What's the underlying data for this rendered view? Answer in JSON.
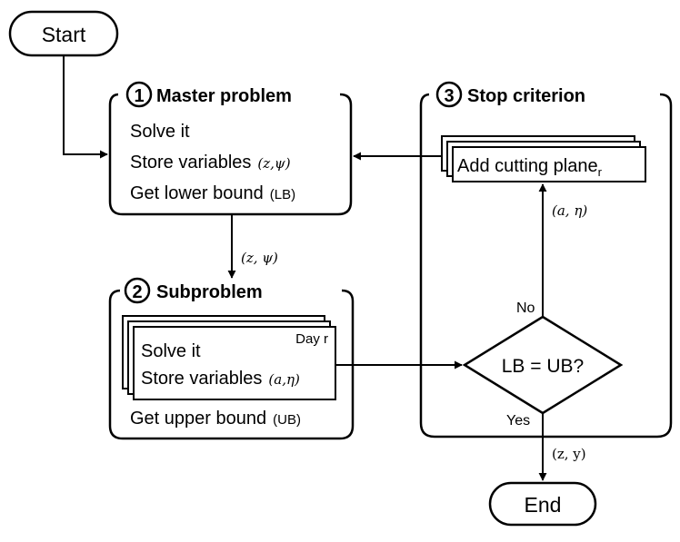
{
  "start_label": "Start",
  "end_label": "End",
  "master": {
    "number": "1",
    "title": "Master problem",
    "line1": "Solve it",
    "line2": "Store variables",
    "line2_vars": "(z,ψ)",
    "line3": "Get lower bound",
    "line3_abbr": "(LB)"
  },
  "subproblem": {
    "number": "2",
    "title": "Subproblem",
    "day_label": "Day r",
    "line1": "Solve it",
    "line2": "Store variables",
    "line2_vars": "(a,η)",
    "line3": "Get upper bound",
    "line3_abbr": "(UB)"
  },
  "stop": {
    "number": "3",
    "title": "Stop criterion",
    "cutting_plane": "Add cutting plane",
    "cutting_plane_sub": "r",
    "decision": "LB = UB?",
    "no_label": "No",
    "yes_label": "Yes"
  },
  "edges": {
    "master_to_sub": "(z, ψ)",
    "no_to_cut": "(a, η)",
    "yes_to_end": "(z, y)"
  }
}
